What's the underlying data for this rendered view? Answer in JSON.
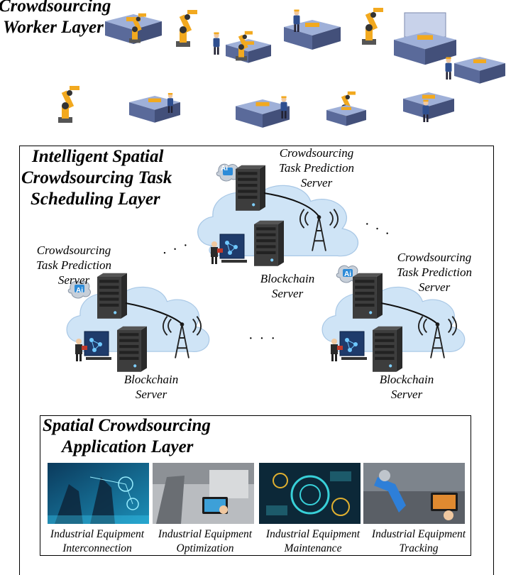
{
  "worker_layer": {
    "title_line1": "Crowdsourcing",
    "title_line2": "Worker Layer"
  },
  "scheduling_layer": {
    "title_line1": "Intelligent Spatial",
    "title_line2": "Crowdsourcing Task",
    "title_line3": "Scheduling Layer",
    "clusters": [
      {
        "prediction_line1": "Crowdsourcing",
        "prediction_line2": "Task Prediction",
        "prediction_line3": "Server",
        "blockchain_line1": "Blockchain",
        "blockchain_line2": "Server"
      },
      {
        "prediction_line1": "Crowdsourcing",
        "prediction_line2": "Task Prediction",
        "prediction_line3": "Server",
        "blockchain_line1": "Blockchain",
        "blockchain_line2": "Server"
      },
      {
        "prediction_line1": "Crowdsourcing",
        "prediction_line2": "Task Prediction",
        "prediction_line3": "Server",
        "blockchain_line1": "Blockchain",
        "blockchain_line2": "Server"
      }
    ],
    "ai_badge": "Ai",
    "ellipsis": "· · ·"
  },
  "application_layer": {
    "title_line1": "Spatial Crowdsourcing",
    "title_line2": "Application Layer",
    "items": [
      {
        "line1": "Industrial Equipment",
        "line2": "Interconnection"
      },
      {
        "line1": "Industrial Equipment",
        "line2": "Optimization"
      },
      {
        "line1": "Industrial Equipment",
        "line2": "Maintenance"
      },
      {
        "line1": "Industrial Equipment",
        "line2": "Tracking"
      }
    ]
  },
  "colors": {
    "cloud": "#cfe4f6",
    "server": "#3d3d3d",
    "robot": "#f2a91f",
    "machine": "#5a6a9a"
  }
}
